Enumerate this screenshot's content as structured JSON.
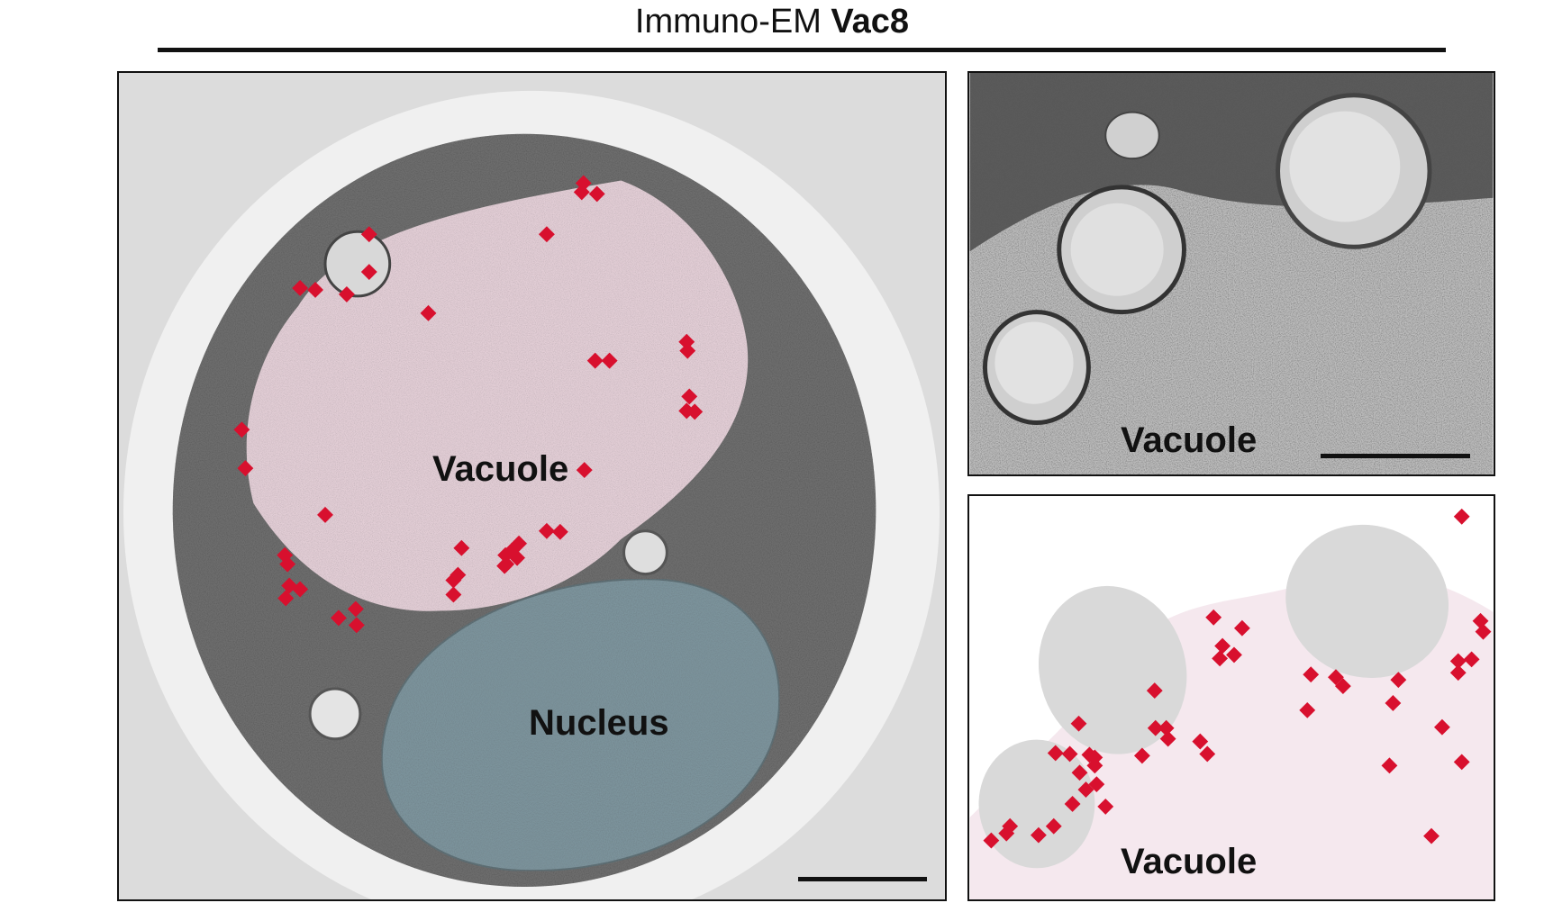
{
  "figure": {
    "title_prefix": "Immuno-EM",
    "title_protein": "Vac8"
  },
  "panels": {
    "main": {
      "vacuole_label": "Vacuole",
      "nucleus_label": "Nucleus",
      "description": "Electron micrograph of a yeast cell; vacuole tinted pink, nucleus tinted blue-grey; gold particles marked by red diamonds",
      "marker_count": 45
    },
    "zoom": {
      "vacuole_label": "Vacuole",
      "description": "Enlarged electron micrograph of vacuole membrane region with vesicles"
    },
    "schematic": {
      "vacuole_label": "Vacuole",
      "description": "Schematic of vacuole (pink) with grey vesicles and red diamond markers",
      "marker_count": 48
    }
  },
  "colors": {
    "marker": "#d8102e",
    "vacuole_tint": "#e4ced6",
    "nucleus_tint": "#7a9098",
    "cytoplasm": "#6f6f6f",
    "cell_wall": "#ececec",
    "schematic_vesicle": "#d9d9d9",
    "schematic_vacuole": "#f5e8ee"
  }
}
